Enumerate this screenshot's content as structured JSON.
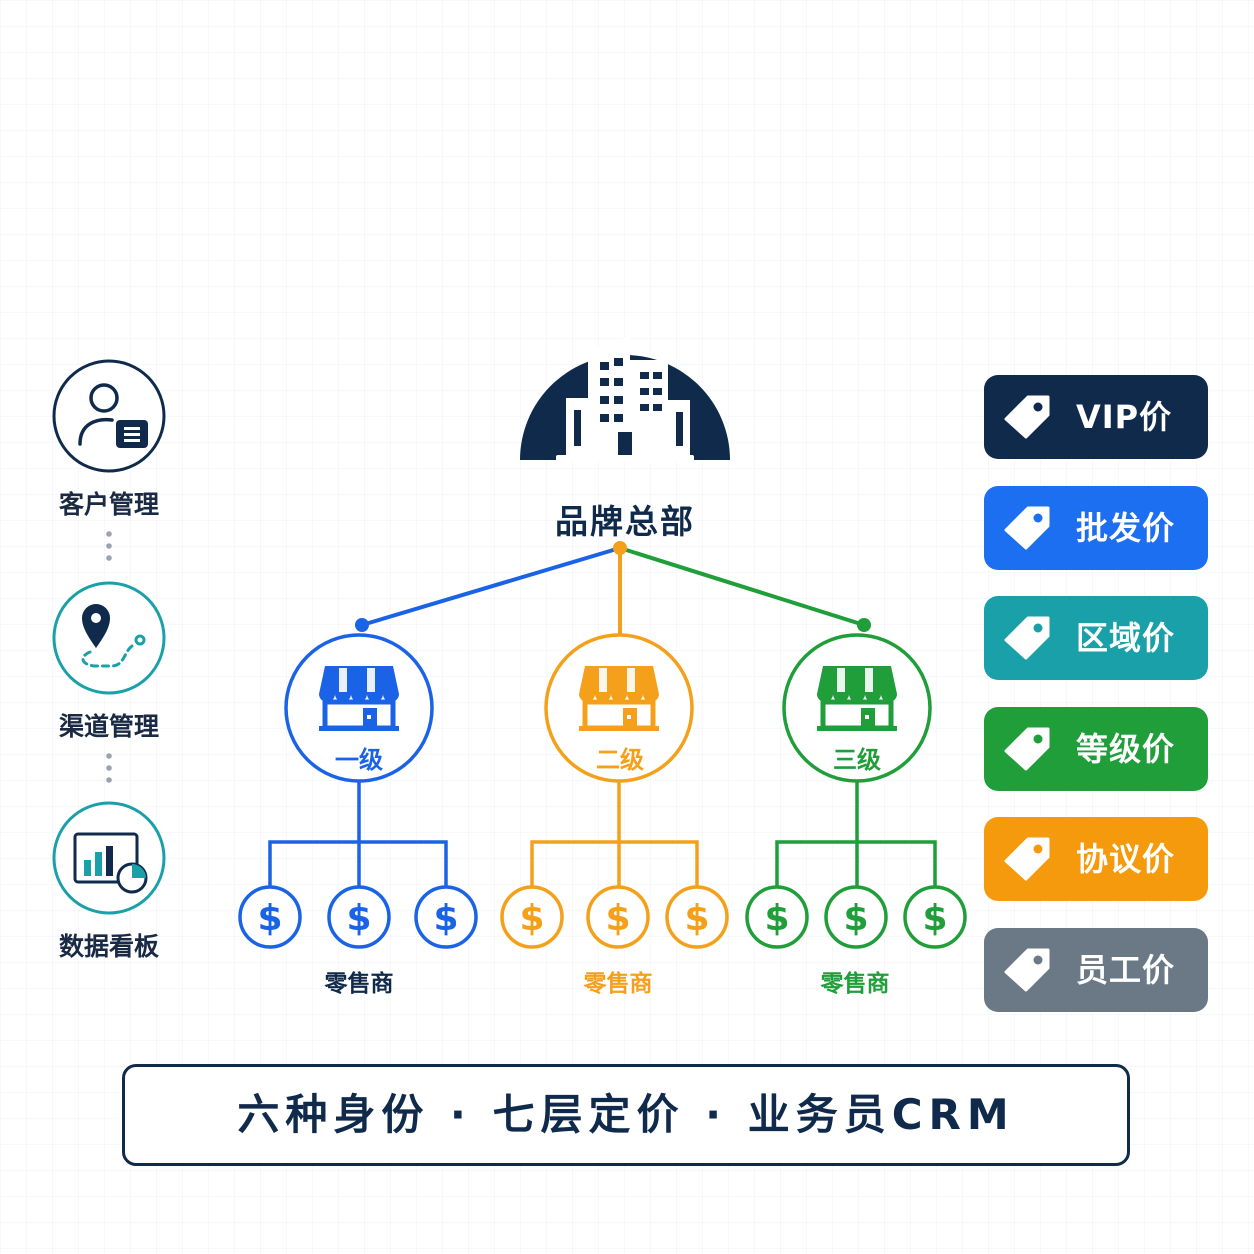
{
  "colors": {
    "navy": "#102a4c",
    "blue": "#1b63e6",
    "orange": "#f5a01a",
    "green": "#1f9e3a",
    "teal": "#1aa0a8",
    "gray": "#6b7885"
  },
  "headquarters": {
    "label": "品牌总部",
    "icon": "building-icon"
  },
  "sidebar": [
    {
      "label": "客户管理",
      "icon": "customer-card-icon"
    },
    {
      "label": "渠道管理",
      "icon": "map-pin-route-icon"
    },
    {
      "label": "数据看板",
      "icon": "dashboard-chart-icon"
    }
  ],
  "tiers": [
    {
      "label": "一级",
      "retail_label": "零售商",
      "color": "#1b63e6",
      "icon": "storefront-icon",
      "retailer_icon": "dollar-icon"
    },
    {
      "label": "二级",
      "retail_label": "零售商",
      "color": "#f5a01a",
      "icon": "storefront-icon",
      "retailer_icon": "dollar-icon"
    },
    {
      "label": "三级",
      "retail_label": "零售商",
      "color": "#1f9e3a",
      "icon": "storefront-icon",
      "retailer_icon": "dollar-icon"
    }
  ],
  "price_tags": [
    {
      "label": "VIP价",
      "color": "#102a4c",
      "icon": "tag-icon"
    },
    {
      "label": "批发价",
      "color": "#1b6ff0",
      "icon": "tag-icon"
    },
    {
      "label": "区域价",
      "color": "#1aa0a8",
      "icon": "tag-icon"
    },
    {
      "label": "等级价",
      "color": "#1f9e3a",
      "icon": "tag-icon"
    },
    {
      "label": "协议价",
      "color": "#f59a0c",
      "icon": "tag-icon"
    },
    {
      "label": "员工价",
      "color": "#6b7885",
      "icon": "tag-icon"
    }
  ],
  "banner": {
    "text": "六种身份 · 七层定价 · 业务员CRM"
  }
}
